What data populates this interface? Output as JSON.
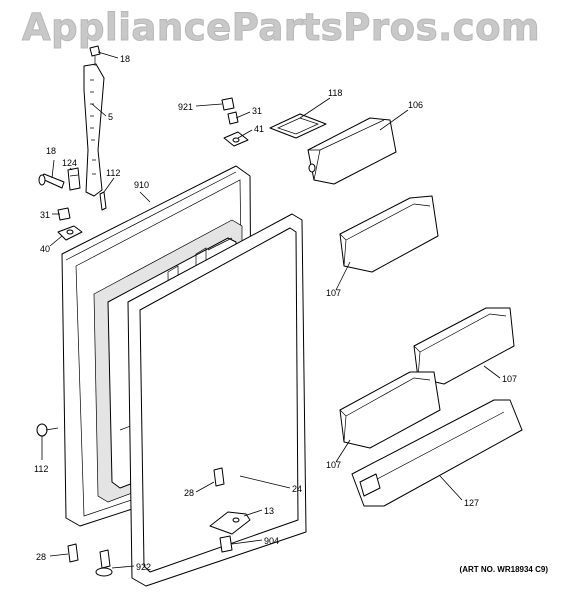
{
  "watermark": "AppliancePartsPros.com",
  "art_number": "(ART NO. WR18934 C9)",
  "callouts": {
    "c18a": "18",
    "c5": "5",
    "c921": "921",
    "c31a": "31",
    "c41": "41",
    "c118": "118",
    "c106": "106",
    "c18b": "18",
    "c124": "124",
    "c112a": "112",
    "c910": "910",
    "c31b": "31",
    "c40": "40",
    "c107a": "107",
    "c107b": "107",
    "c107c": "107",
    "c112b": "112",
    "c28a": "28",
    "c24": "24",
    "c127": "127",
    "c13": "13",
    "c904": "904",
    "c28b": "28",
    "c922": "922"
  }
}
